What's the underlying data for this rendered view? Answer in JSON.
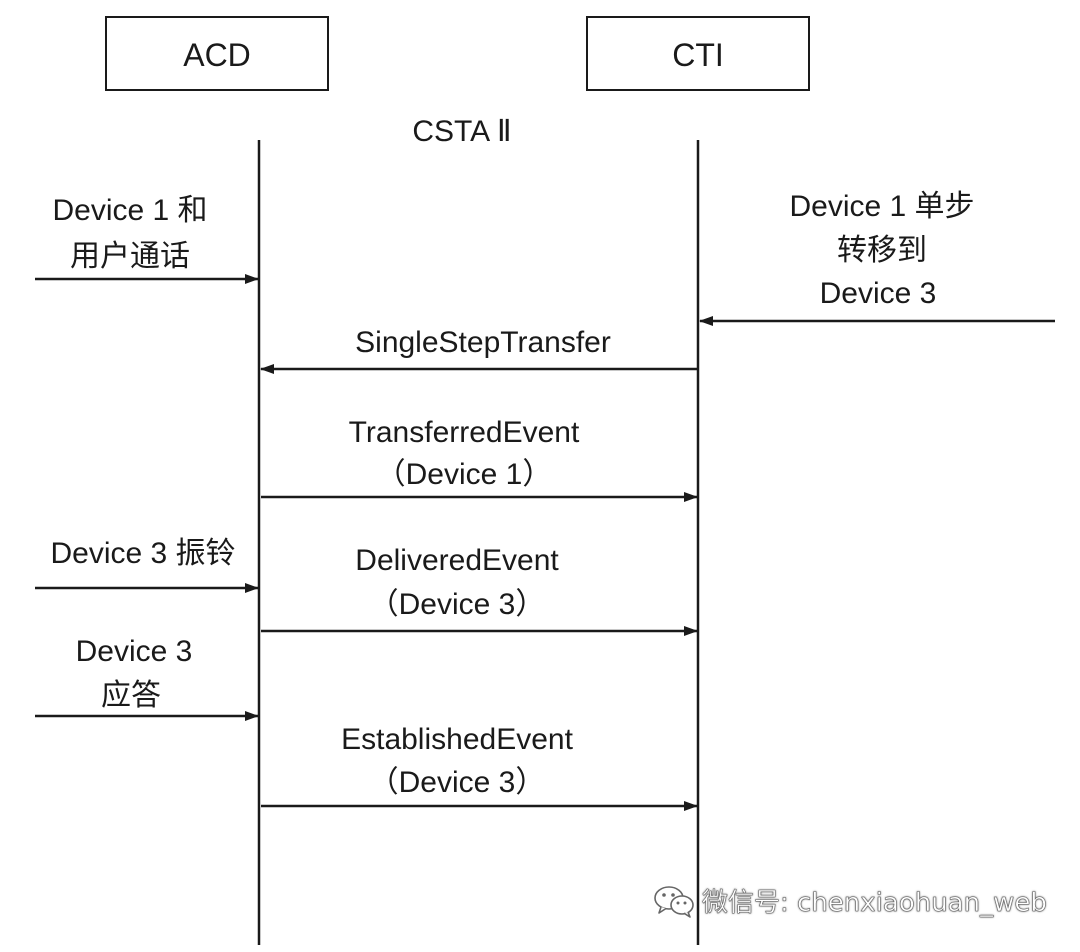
{
  "participants": {
    "acd": "ACD",
    "cti": "CTI"
  },
  "protocol_label": "CSTA Ⅱ",
  "external_left": {
    "talk": [
      "Device 1 和",
      "用户通话"
    ],
    "ringing": [
      "Device 3 振铃"
    ],
    "answer": [
      "Device 3",
      "应答"
    ]
  },
  "external_right": {
    "transfer_request": [
      "Device 1 单步",
      "转移到",
      "Device 3"
    ]
  },
  "messages": {
    "single_step_transfer": [
      "SingleStepTransfer"
    ],
    "transferred_event": [
      "TransferredEvent",
      "（Device 1）"
    ],
    "delivered_event": [
      "DeliveredEvent",
      "（Device 3）"
    ],
    "established_event": [
      "EstablishedEvent",
      "（Device 3）"
    ]
  },
  "watermark": {
    "icon": "wechat-icon",
    "text": "微信号: chenxiaohuan_web"
  }
}
